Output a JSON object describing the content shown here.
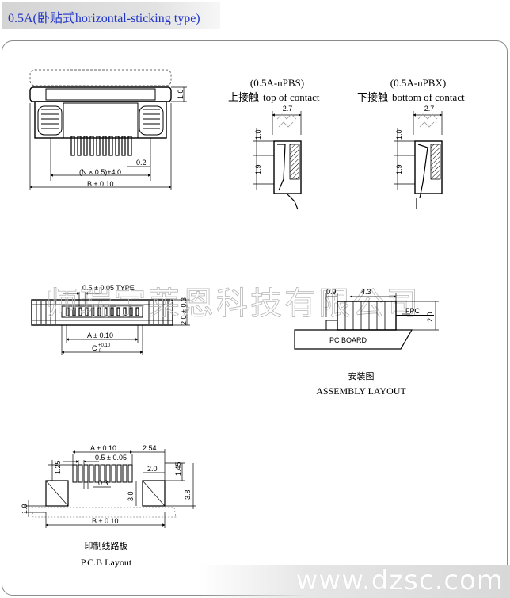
{
  "header": {
    "title": "0.5A(卧贴式horizontal-sticking type)"
  },
  "top_view": {
    "dim_pitch": "(N × 0.5)+4.0",
    "dim_tab": "0.2",
    "dim_b": "B ± 0.10",
    "dim_height": "1.0"
  },
  "pbs": {
    "model": "(0.5A-nPBS)",
    "contact_cn": "上接触",
    "contact_en": "top of contact",
    "dim_width": "2.7",
    "dim_upper": "1.0",
    "dim_lower": "1.9"
  },
  "pbx": {
    "model": "(0.5A-nPBX)",
    "contact_cn": "下接触",
    "contact_en": "bottom of contact",
    "dim_width": "2.7",
    "dim_upper": "1.0",
    "dim_lower": "1.9"
  },
  "front_view": {
    "dim_pitch": "0.5 ± 0.05 TYPE",
    "dim_a": "A ± 0.10",
    "dim_c": "C",
    "dim_c_tol_upper": "+0.10",
    "dim_c_tol_lower": "0",
    "dim_height": "2.0 ± 0.3"
  },
  "watermark_company": "师瑞宇莱恩科技有限公司",
  "assembly": {
    "dim_left": "0.9",
    "dim_body": "4.3",
    "fpc_label": "FPC",
    "dim_height": "2.0",
    "pcb_label": "PC BOARD",
    "title_cn": "安装图",
    "title_en": "ASSEMBLY LAYOUT"
  },
  "pcb_layout": {
    "dim_a": "A ± 0.10",
    "dim_254": "2.54",
    "dim_pitch": "0.5 ± 0.05",
    "dim_125": "1.25",
    "dim_20": "2.0",
    "dim_145": "1.45",
    "dim_03": "0.3",
    "dim_30": "3.0",
    "dim_38": "3.8",
    "dim_10": "1.0",
    "dim_b": "B ± 0.10",
    "title_cn": "印制线路板",
    "title_en": "P.C.B Layout"
  },
  "site_watermark": "www.dzsc.com"
}
